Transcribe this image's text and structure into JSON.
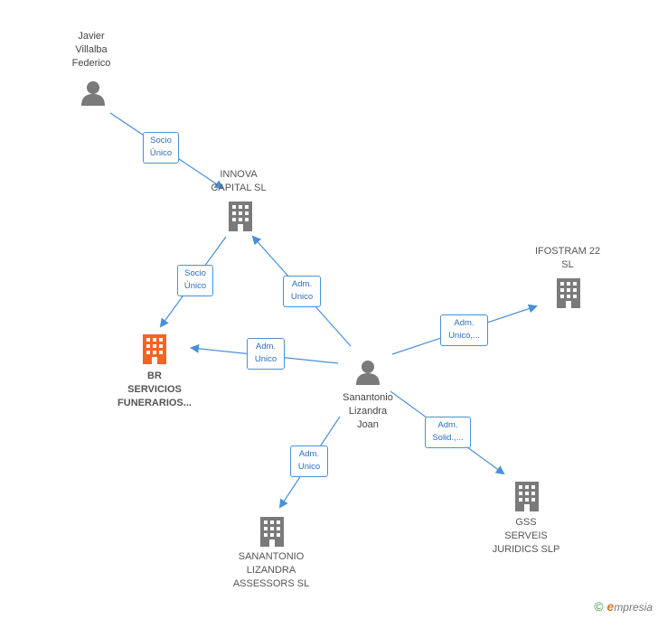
{
  "nodes": {
    "javier": {
      "label": "Javier\nVillalba\nFederico",
      "type": "person"
    },
    "innova": {
      "label": "INNOVA\nCAPITAL  SL",
      "type": "company"
    },
    "ifostram": {
      "label": "IFOSTRAM 22\nSL",
      "type": "company"
    },
    "br": {
      "label": "BR\nSERVICIOS\nFUNERARIOS...",
      "type": "company-focus"
    },
    "sanantonio_joan": {
      "label": "Sanantonio\nLizandra\nJoan",
      "type": "person"
    },
    "gss": {
      "label": "GSS\nSERVEIS\nJURIDICS  SLP",
      "type": "company"
    },
    "sanantonio_lizandra": {
      "label": "SANANTONIO\nLIZANDRA\nASSESSORS  SL",
      "type": "company"
    }
  },
  "edges": {
    "javier_innova": "Socio\nÚnico",
    "innova_br": "Socio\nÚnico",
    "joan_innova": "Adm.\nUnico",
    "joan_br": "Adm.\nUnico",
    "joan_ifostram": "Adm.\nUnico,...",
    "joan_gss": "Adm.\nSolid.,...",
    "joan_assessors": "Adm.\nUnico"
  },
  "colors": {
    "edge": "#4a90d9",
    "company": "#7a7a7a",
    "focus": "#f26522",
    "person": "#7a7a7a"
  },
  "footer": {
    "copyright": "©",
    "brand_e": "e",
    "brand_rest": "mpresia"
  }
}
